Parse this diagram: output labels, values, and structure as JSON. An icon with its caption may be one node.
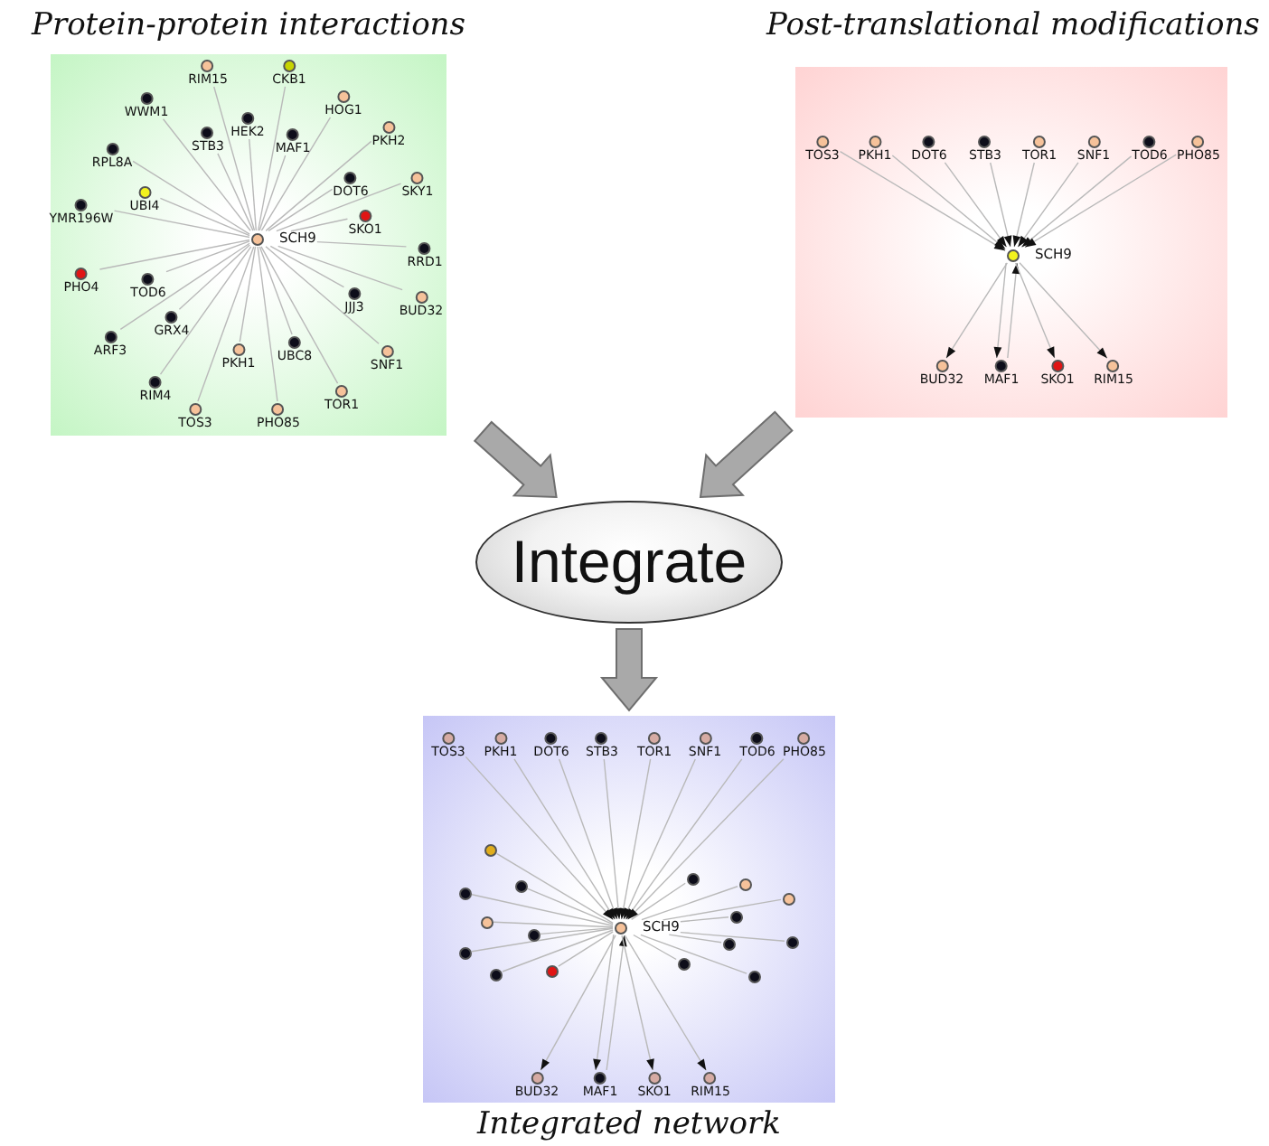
{
  "diagram": {
    "nodes": [
      {
        "text": [
          "Protein-protein interactions"
        ]
      },
      {
        "text": [
          "RIM15"
        ],
        "in": 0
      },
      {
        "text": [
          "CKB1"
        ],
        "in": 0
      },
      {
        "text": [
          "WWM1"
        ],
        "in": 0
      },
      {
        "text": [
          "HOG1"
        ],
        "in": 0
      },
      {
        "text": [
          "HEK2"
        ],
        "in": 0
      },
      {
        "text": [
          "STB3"
        ],
        "in": 0
      },
      {
        "text": [
          "MAF1"
        ],
        "in": 0
      },
      {
        "text": [
          "PKH2"
        ],
        "in": 0
      },
      {
        "text": [
          "RPL8A"
        ],
        "in": 0
      },
      {
        "text": [
          "DOT6"
        ],
        "in": 0
      },
      {
        "text": [
          "SKY1"
        ],
        "in": 0
      },
      {
        "text": [
          "UBI4"
        ],
        "in": 0
      },
      {
        "text": [
          "YMR196W"
        ],
        "in": 0
      },
      {
        "text": [
          "SKO1"
        ],
        "in": 0
      },
      {
        "text": [
          "SCH9"
        ],
        "in": 0
      },
      {
        "text": [
          "RRD1"
        ],
        "in": 0
      },
      {
        "text": [
          "PHO4"
        ],
        "in": 0
      },
      {
        "text": [
          "TOD6"
        ],
        "in": 0
      },
      {
        "text": [
          "JJJ3"
        ],
        "in": 0
      },
      {
        "text": [
          "BUD32"
        ],
        "in": 0
      },
      {
        "text": [
          "GRX4"
        ],
        "in": 0
      },
      {
        "text": [
          "ARF3"
        ],
        "in": 0
      },
      {
        "text": [
          "UBC8"
        ],
        "in": 0
      },
      {
        "text": [
          "SNF1"
        ],
        "in": 0
      },
      {
        "text": [
          "PKH1"
        ],
        "in": 0
      },
      {
        "text": [
          "RIM4"
        ],
        "in": 0
      },
      {
        "text": [
          "TOR1"
        ],
        "in": 0
      },
      {
        "text": [
          "TOS3"
        ],
        "in": 0
      },
      {
        "text": [
          "PHO85"
        ],
        "in": 0
      },
      {
        "text": [
          "Post-translational modifications"
        ]
      },
      {
        "text": [
          "TOS3"
        ],
        "in": 30
      },
      {
        "text": [
          "PKH1"
        ],
        "in": 30
      },
      {
        "text": [
          "DOT6"
        ],
        "in": 30
      },
      {
        "text": [
          "STB3"
        ],
        "in": 30
      },
      {
        "text": [
          "TOR1"
        ],
        "in": 30
      },
      {
        "text": [
          "SNF1"
        ],
        "in": 30
      },
      {
        "text": [
          "TOD6"
        ],
        "in": 30
      },
      {
        "text": [
          "PHO85"
        ],
        "in": 30
      },
      {
        "text": [
          "SCH9"
        ],
        "in": 30
      },
      {
        "text": [
          "BUD32"
        ],
        "in": 30
      },
      {
        "text": [
          "MAF1"
        ],
        "in": 30
      },
      {
        "text": [
          "SKO1"
        ],
        "in": 30
      },
      {
        "text": [
          "RIM15"
        ],
        "in": 30
      },
      {
        "text": [
          "Integrate"
        ]
      },
      {
        "text": [
          "Integrated network"
        ]
      },
      {
        "text": [
          "TOS3"
        ],
        "in": 45
      },
      {
        "text": [
          "PKH1"
        ],
        "in": 45
      },
      {
        "text": [
          "DOT6"
        ],
        "in": 45
      },
      {
        "text": [
          "STB3"
        ],
        "in": 45
      },
      {
        "text": [
          "TOR1"
        ],
        "in": 45
      },
      {
        "text": [
          "SNF1"
        ],
        "in": 45
      },
      {
        "text": [
          "TOD6"
        ],
        "in": 45
      },
      {
        "text": [
          "PHO85"
        ],
        "in": 45
      },
      {
        "text": [],
        "shape": "circle",
        "in": 45
      },
      {
        "text": [],
        "shape": "circle",
        "in": 45
      },
      {
        "text": [],
        "shape": "circle",
        "in": 45
      },
      {
        "text": [],
        "shape": "circle",
        "in": 45
      },
      {
        "text": [],
        "shape": "circle",
        "in": 45
      },
      {
        "text": [],
        "shape": "circle",
        "in": 45
      },
      {
        "text": [],
        "shape": "circle",
        "in": 45
      },
      {
        "text": [],
        "shape": "circle",
        "in": 45
      },
      {
        "text": [
          "SCH9"
        ],
        "in": 45
      },
      {
        "text": [],
        "shape": "circle",
        "in": 45
      },
      {
        "text": [],
        "shape": "circle",
        "in": 45
      },
      {
        "text": [],
        "shape": "circle",
        "in": 45
      },
      {
        "text": [],
        "shape": "circle",
        "in": 45
      },
      {
        "text": [],
        "shape": "circle",
        "in": 45
      },
      {
        "text": [],
        "shape": "circle",
        "in": 45
      },
      {
        "text": [],
        "shape": "circle",
        "in": 45
      },
      {
        "text": [],
        "shape": "circle",
        "in": 45
      },
      {
        "text": [
          "BUD32"
        ],
        "in": 45
      },
      {
        "text": [
          "MAF1"
        ],
        "in": 45
      },
      {
        "text": [
          "SKO1"
        ],
        "in": 45
      },
      {
        "text": [
          "RIM15"
        ],
        "in": 45
      }
    ],
    "edges": [
      {
        "from": 15,
        "to": 1,
        "arrow": "none"
      },
      {
        "from": 15,
        "to": 2,
        "arrow": "none"
      },
      {
        "from": 15,
        "to": 3,
        "arrow": "none"
      },
      {
        "from": 15,
        "to": 4,
        "arrow": "none"
      },
      {
        "from": 15,
        "to": 5,
        "arrow": "none"
      },
      {
        "from": 15,
        "to": 6,
        "arrow": "none"
      },
      {
        "from": 15,
        "to": 7,
        "arrow": "none"
      },
      {
        "from": 15,
        "to": 8,
        "arrow": "none"
      },
      {
        "from": 15,
        "to": 9,
        "arrow": "none"
      },
      {
        "from": 15,
        "to": 10,
        "arrow": "none"
      },
      {
        "from": 15,
        "to": 11,
        "arrow": "none"
      },
      {
        "from": 15,
        "to": 12,
        "arrow": "none"
      },
      {
        "from": 15,
        "to": 13,
        "arrow": "none"
      },
      {
        "from": 15,
        "to": 14,
        "arrow": "none"
      },
      {
        "from": 15,
        "to": 16,
        "arrow": "none"
      },
      {
        "from": 15,
        "to": 17,
        "arrow": "none"
      },
      {
        "from": 15,
        "to": 18,
        "arrow": "none"
      },
      {
        "from": 15,
        "to": 19,
        "arrow": "none"
      },
      {
        "from": 15,
        "to": 20,
        "arrow": "none"
      },
      {
        "from": 15,
        "to": 21,
        "arrow": "none"
      },
      {
        "from": 15,
        "to": 22,
        "arrow": "none"
      },
      {
        "from": 15,
        "to": 23,
        "arrow": "none"
      },
      {
        "from": 15,
        "to": 24,
        "arrow": "none"
      },
      {
        "from": 15,
        "to": 25,
        "arrow": "none"
      },
      {
        "from": 15,
        "to": 26,
        "arrow": "none"
      },
      {
        "from": 15,
        "to": 27,
        "arrow": "none"
      },
      {
        "from": 15,
        "to": 28,
        "arrow": "none"
      },
      {
        "from": 15,
        "to": 29,
        "arrow": "none"
      },
      {
        "from": 31,
        "to": 39,
        "arrow": "to"
      },
      {
        "from": 32,
        "to": 39,
        "arrow": "to"
      },
      {
        "from": 33,
        "to": 39,
        "arrow": "to"
      },
      {
        "from": 34,
        "to": 39,
        "arrow": "to"
      },
      {
        "from": 35,
        "to": 39,
        "arrow": "to"
      },
      {
        "from": 36,
        "to": 39,
        "arrow": "to"
      },
      {
        "from": 37,
        "to": 39,
        "arrow": "to"
      },
      {
        "from": 38,
        "to": 39,
        "arrow": "to"
      },
      {
        "from": 39,
        "to": 40,
        "arrow": "to"
      },
      {
        "from": 39,
        "to": 41,
        "arrow": "to"
      },
      {
        "from": 41,
        "to": 39,
        "arrow": "to"
      },
      {
        "from": 39,
        "to": 42,
        "arrow": "to"
      },
      {
        "from": 39,
        "to": 43,
        "arrow": "to"
      },
      {
        "from": 0,
        "to": 44,
        "arrow": "to",
        "style": "thick",
        "color": "#a9a9a9"
      },
      {
        "from": 30,
        "to": 44,
        "arrow": "to",
        "style": "thick",
        "color": "#a9a9a9"
      },
      {
        "from": 44,
        "to": 45,
        "arrow": "to",
        "style": "thick",
        "color": "#a9a9a9"
      },
      {
        "from": 46,
        "to": 62,
        "arrow": "to"
      },
      {
        "from": 47,
        "to": 62,
        "arrow": "to"
      },
      {
        "from": 48,
        "to": 62,
        "arrow": "to"
      },
      {
        "from": 49,
        "to": 62,
        "arrow": "to"
      },
      {
        "from": 50,
        "to": 62,
        "arrow": "to"
      },
      {
        "from": 51,
        "to": 62,
        "arrow": "to"
      },
      {
        "from": 52,
        "to": 62,
        "arrow": "to"
      },
      {
        "from": 53,
        "to": 62,
        "arrow": "to"
      },
      {
        "from": 54,
        "to": 62,
        "arrow": "none"
      },
      {
        "from": 55,
        "to": 62,
        "arrow": "none"
      },
      {
        "from": 56,
        "to": 62,
        "arrow": "none"
      },
      {
        "from": 57,
        "to": 62,
        "arrow": "none"
      },
      {
        "from": 58,
        "to": 62,
        "arrow": "none"
      },
      {
        "from": 59,
        "to": 62,
        "arrow": "none"
      },
      {
        "from": 60,
        "to": 62,
        "arrow": "none"
      },
      {
        "from": 61,
        "to": 62,
        "arrow": "none"
      },
      {
        "from": 63,
        "to": 62,
        "arrow": "none"
      },
      {
        "from": 64,
        "to": 62,
        "arrow": "none"
      },
      {
        "from": 65,
        "to": 62,
        "arrow": "none"
      },
      {
        "from": 66,
        "to": 62,
        "arrow": "none"
      },
      {
        "from": 67,
        "to": 62,
        "arrow": "none"
      },
      {
        "from": 68,
        "to": 62,
        "arrow": "none"
      },
      {
        "from": 69,
        "to": 62,
        "arrow": "none"
      },
      {
        "from": 70,
        "to": 62,
        "arrow": "none"
      },
      {
        "from": 62,
        "to": 71,
        "arrow": "to"
      },
      {
        "from": 62,
        "to": 72,
        "arrow": "to"
      },
      {
        "from": 72,
        "to": 62,
        "arrow": "to"
      },
      {
        "from": 62,
        "to": 73,
        "arrow": "to"
      },
      {
        "from": 62,
        "to": 74,
        "arrow": "to"
      }
    ]
  }
}
